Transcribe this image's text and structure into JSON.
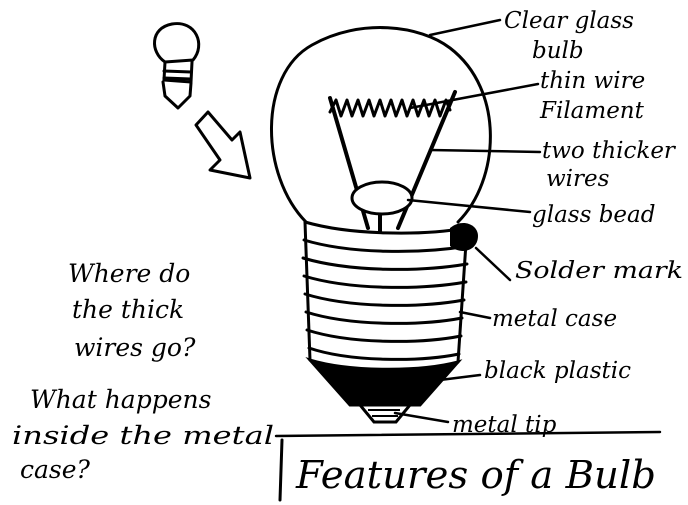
{
  "title": "Features of a Bulb",
  "labels": {
    "glass_bulb": [
      "Clear glass",
      "bulb"
    ],
    "filament": [
      "thin wire",
      "Filament"
    ],
    "thick_wires": [
      "two thicker",
      "wires"
    ],
    "glass_bead": "glass bead",
    "solder": "Solder mark",
    "metal_case": "metal case",
    "black_plastic": "black plastic",
    "metal_tip": "metal tip"
  },
  "questions": {
    "q1": [
      "Where do",
      "the thick",
      "wires go?"
    ],
    "q2": [
      "What happens",
      "inside the metal",
      "case?"
    ]
  },
  "colors": {
    "ink": "#000000",
    "paper": "#ffffff"
  }
}
